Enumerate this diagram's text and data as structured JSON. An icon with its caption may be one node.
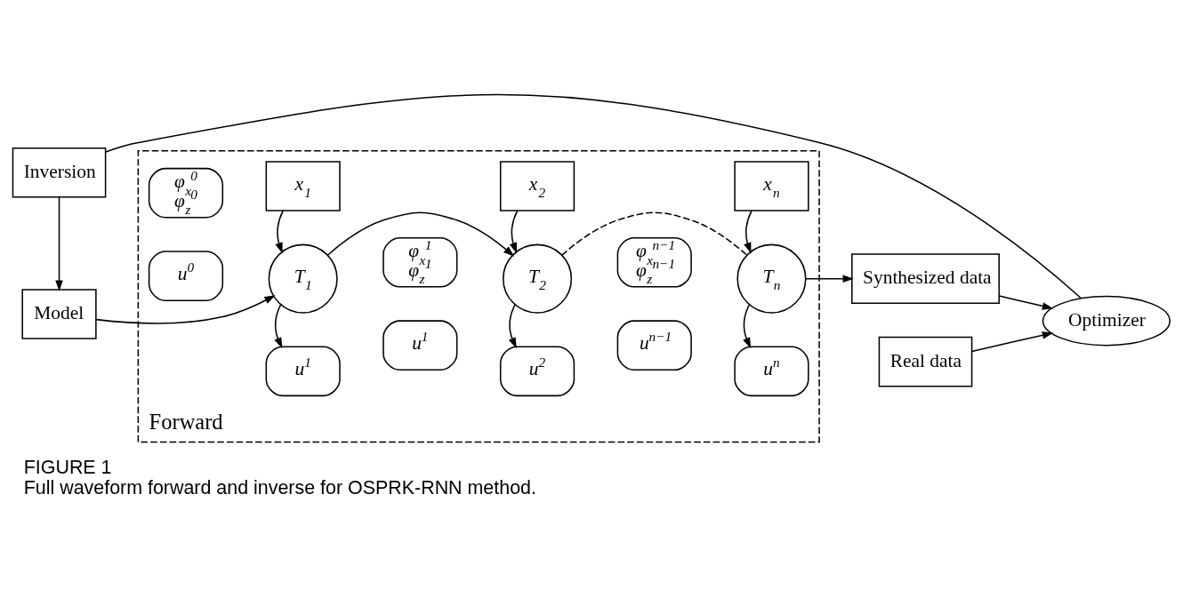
{
  "diagram": {
    "title": "FIGURE 1",
    "caption": "Full waveform forward and inverse for OSPRK-RNN method.",
    "nodes": [
      {
        "text": [
          "Forward"
        ]
      },
      {
        "text": [
          "u$^{1}$"
        ],
        "in": 0
      },
      {
        "text": [
          "u$^{2}$"
        ],
        "in": 0
      },
      {
        "text": [
          "u$^{n}$"
        ],
        "in": 0
      },
      {
        "text": [
          "Model"
        ]
      },
      {
        "text": [
          "u$^{0}$"
        ],
        "in": 0
      },
      {
        "text": [
          "φ$_{x}$$^{0}$",
          "φ$_{z}$$^{0}$"
        ],
        "in": 0
      },
      {
        "text": [
          "T$_{1}$"
        ],
        "in": 0
      },
      {
        "text": [
          "u$^{1}$"
        ],
        "in": 0
      },
      {
        "text": [
          "φ$_{x}$$^{1}$",
          "φ$_{z}$$^{1}$"
        ],
        "in": 0
      },
      {
        "text": [
          "T$_{2}$"
        ],
        "in": 0
      },
      {
        "text": [
          "u$^{n−1}$"
        ],
        "in": 0
      },
      {
        "text": [
          "φ$_{x}$$^{n−1}$",
          "φ$_{z}$$^{n−1}$"
        ],
        "in": 0
      },
      {
        "text": [
          "T$_{n}$"
        ],
        "in": 0
      },
      {
        "text": [
          "x$_{1}$"
        ],
        "in": 0
      },
      {
        "text": [
          "x$_{2}$"
        ],
        "in": 0
      },
      {
        "text": [
          "x$_{n}$"
        ],
        "in": 0
      },
      {
        "text": [
          "Synthesized data"
        ]
      },
      {
        "text": [
          "Real data"
        ]
      },
      {
        "text": [
          "Optimizer"
        ]
      },
      {
        "text": [
          "Inversion"
        ]
      }
    ],
    "edges": [
      {
        "from": 4,
        "to": 7,
        "arrow": "to"
      },
      {
        "from": 7,
        "to": 1,
        "arrow": "to"
      },
      {
        "from": 14,
        "to": 7,
        "arrow": "to"
      },
      {
        "from": 7,
        "to": 10,
        "arrow": "to"
      },
      {
        "from": 10,
        "to": 2,
        "arrow": "to"
      },
      {
        "from": 15,
        "to": 10,
        "arrow": "to"
      },
      {
        "from": 10,
        "to": 13,
        "arrow": "none",
        "style": "dashed"
      },
      {
        "from": 13,
        "to": 3,
        "arrow": "to"
      },
      {
        "from": 16,
        "to": 13,
        "arrow": "to"
      },
      {
        "from": 13,
        "to": 17,
        "arrow": "to"
      },
      {
        "from": 17,
        "to": 19,
        "arrow": "to"
      },
      {
        "from": 18,
        "to": 19,
        "arrow": "to"
      },
      {
        "from": 19,
        "to": 20,
        "arrow": "none"
      },
      {
        "from": 20,
        "to": 4,
        "arrow": "to"
      }
    ]
  }
}
